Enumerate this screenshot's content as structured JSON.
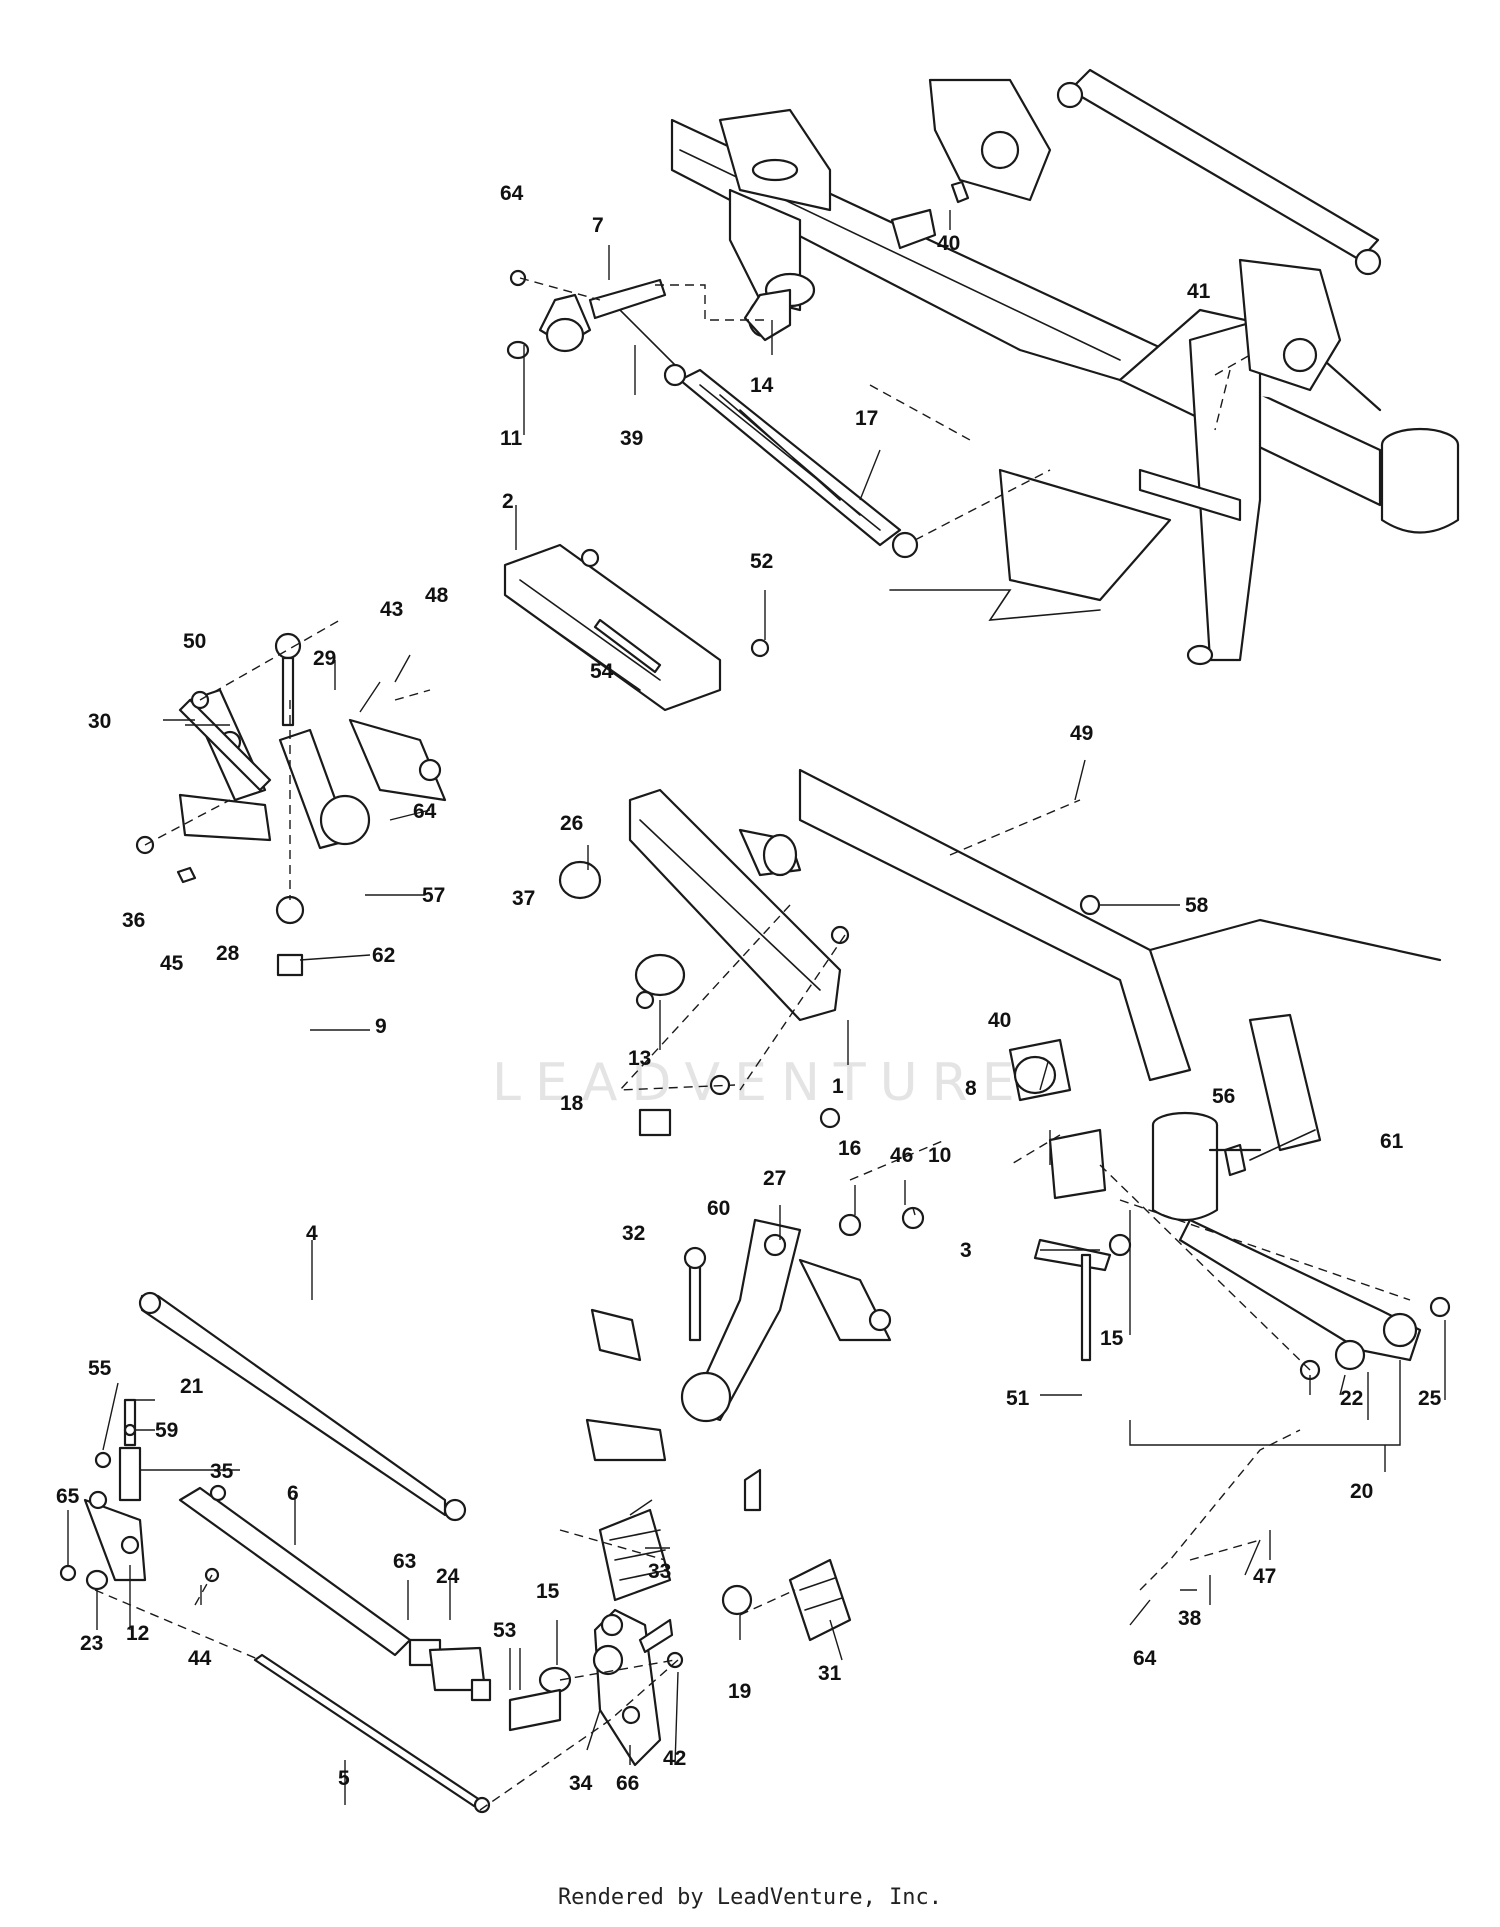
{
  "watermark": "LEADVENTURE",
  "footer": "Rendered by LeadVenture, Inc.",
  "callouts": [
    "1",
    "2",
    "3",
    "4",
    "5",
    "6",
    "7",
    "8",
    "9",
    "10",
    "11",
    "12",
    "13",
    "14",
    "15",
    "15",
    "16",
    "17",
    "18",
    "19",
    "20",
    "21",
    "22",
    "23",
    "24",
    "25",
    "26",
    "27",
    "28",
    "29",
    "30",
    "31",
    "32",
    "33",
    "34",
    "35",
    "36",
    "37",
    "38",
    "39",
    "40",
    "40",
    "41",
    "42",
    "43",
    "44",
    "45",
    "46",
    "47",
    "48",
    "49",
    "50",
    "51",
    "52",
    "53",
    "54",
    "55",
    "56",
    "57",
    "58",
    "59",
    "60",
    "61",
    "62",
    "63",
    "64",
    "64",
    "64",
    "65",
    "66"
  ]
}
